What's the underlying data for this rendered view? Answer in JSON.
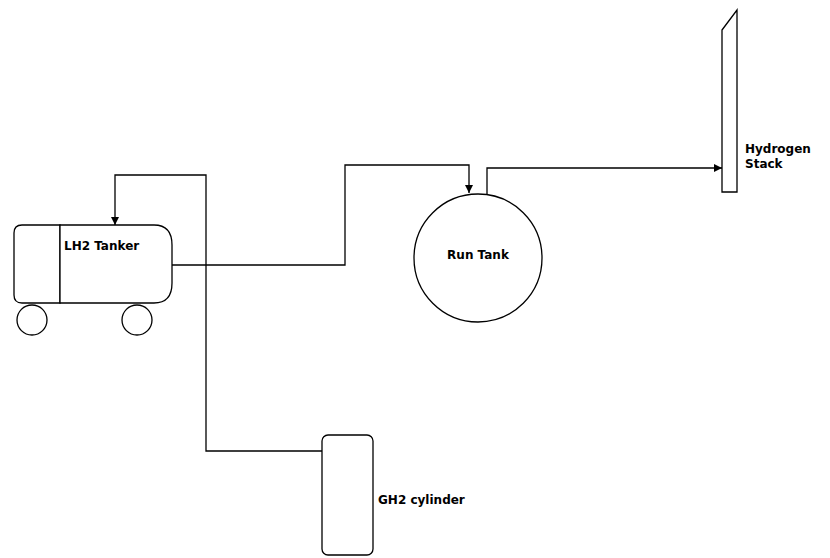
{
  "diagram": {
    "nodes": [
      {
        "text": [
          "LH2 Tanker"
        ]
      },
      {
        "text": [
          "Run Tank"
        ]
      },
      {
        "text": [
          "Hydrogen Stack"
        ]
      },
      {
        "text": [
          "GH2 cylinder"
        ]
      }
    ],
    "edges": [
      {
        "from": 0,
        "to": 1,
        "arrow": "to"
      },
      {
        "from": 1,
        "to": 2,
        "arrow": "to"
      },
      {
        "from": 3,
        "to": 0,
        "arrow": "to"
      }
    ]
  }
}
